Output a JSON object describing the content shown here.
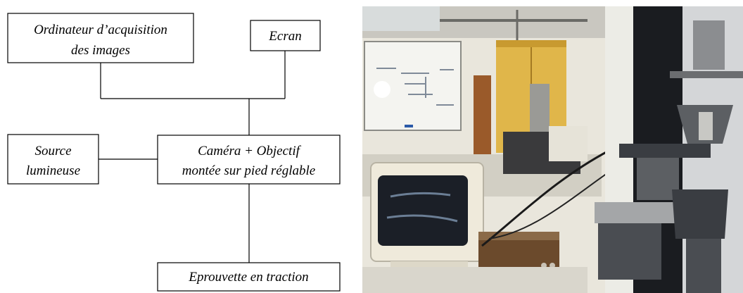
{
  "diagram": {
    "computer": {
      "line1": "Ordinateur d’acquisition",
      "line2": "des images"
    },
    "screen": {
      "label": "Ecran"
    },
    "light": {
      "line1": "Source",
      "line2": "lumineuse"
    },
    "camera": {
      "line1": "Caméra + Objectif",
      "line2": "montée sur pied réglable"
    },
    "specimen": {
      "label": "Eprouvette en traction"
    }
  },
  "photo": {
    "colors": {
      "wall": "#e9e6dc",
      "floor": "#d9d6cc",
      "cabinet": "#e0b64a",
      "monitor": "#efeadb",
      "screen": "#1b1f27",
      "machine": "#5c5f63",
      "dark_panel": "#1a1c20"
    }
  }
}
